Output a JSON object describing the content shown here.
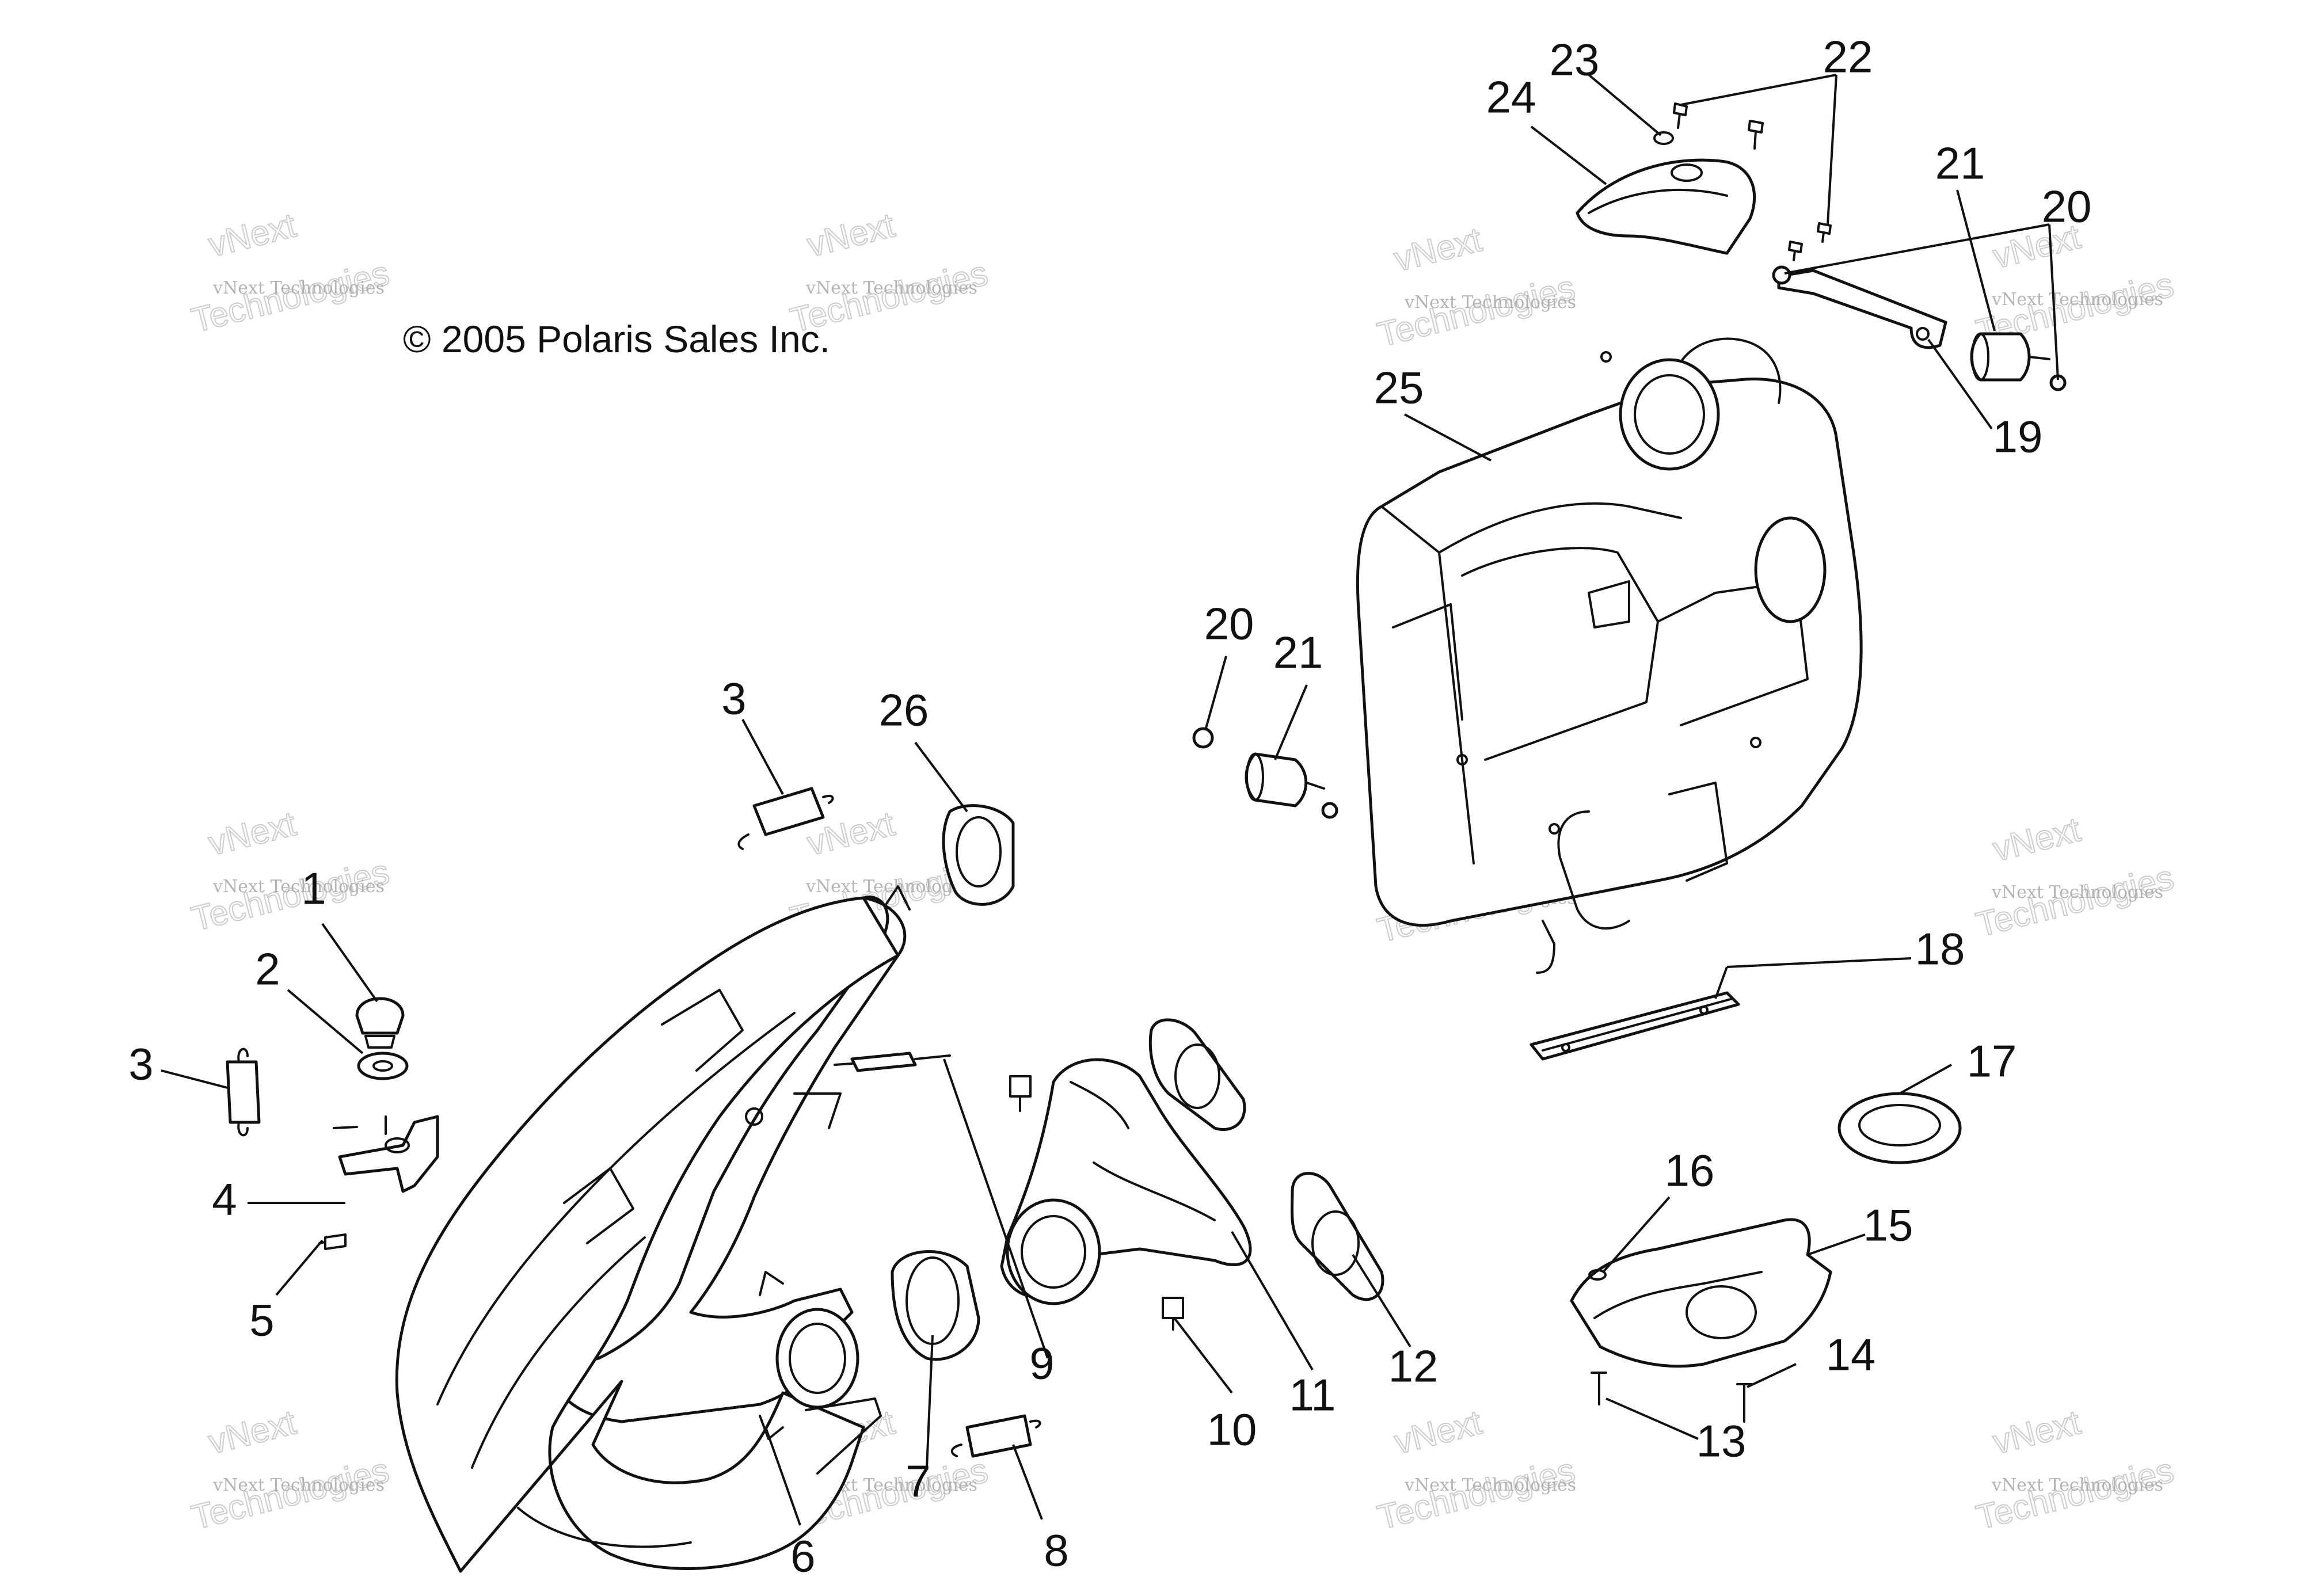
{
  "copyright": "© 2005 Polaris Sales Inc.",
  "watermark": {
    "line_small": "vNext Technologies",
    "line_big_1": "vNext",
    "line_big_2": "Technologies"
  },
  "callouts": [
    {
      "id": "c1",
      "label": "1"
    },
    {
      "id": "c2",
      "label": "2"
    },
    {
      "id": "c3a",
      "label": "3"
    },
    {
      "id": "c3b",
      "label": "3"
    },
    {
      "id": "c4",
      "label": "4"
    },
    {
      "id": "c5",
      "label": "5"
    },
    {
      "id": "c6",
      "label": "6"
    },
    {
      "id": "c7",
      "label": "7"
    },
    {
      "id": "c8",
      "label": "8"
    },
    {
      "id": "c9",
      "label": "9"
    },
    {
      "id": "c10",
      "label": "10"
    },
    {
      "id": "c11",
      "label": "11"
    },
    {
      "id": "c12",
      "label": "12"
    },
    {
      "id": "c13",
      "label": "13"
    },
    {
      "id": "c14",
      "label": "14"
    },
    {
      "id": "c15",
      "label": "15"
    },
    {
      "id": "c16",
      "label": "16"
    },
    {
      "id": "c17",
      "label": "17"
    },
    {
      "id": "c18",
      "label": "18"
    },
    {
      "id": "c19",
      "label": "19"
    },
    {
      "id": "c20a",
      "label": "20"
    },
    {
      "id": "c20b",
      "label": "20"
    },
    {
      "id": "c21a",
      "label": "21"
    },
    {
      "id": "c21b",
      "label": "21"
    },
    {
      "id": "c22",
      "label": "22"
    },
    {
      "id": "c23",
      "label": "23"
    },
    {
      "id": "c24",
      "label": "24"
    },
    {
      "id": "c25",
      "label": "25"
    },
    {
      "id": "c26",
      "label": "26"
    }
  ]
}
